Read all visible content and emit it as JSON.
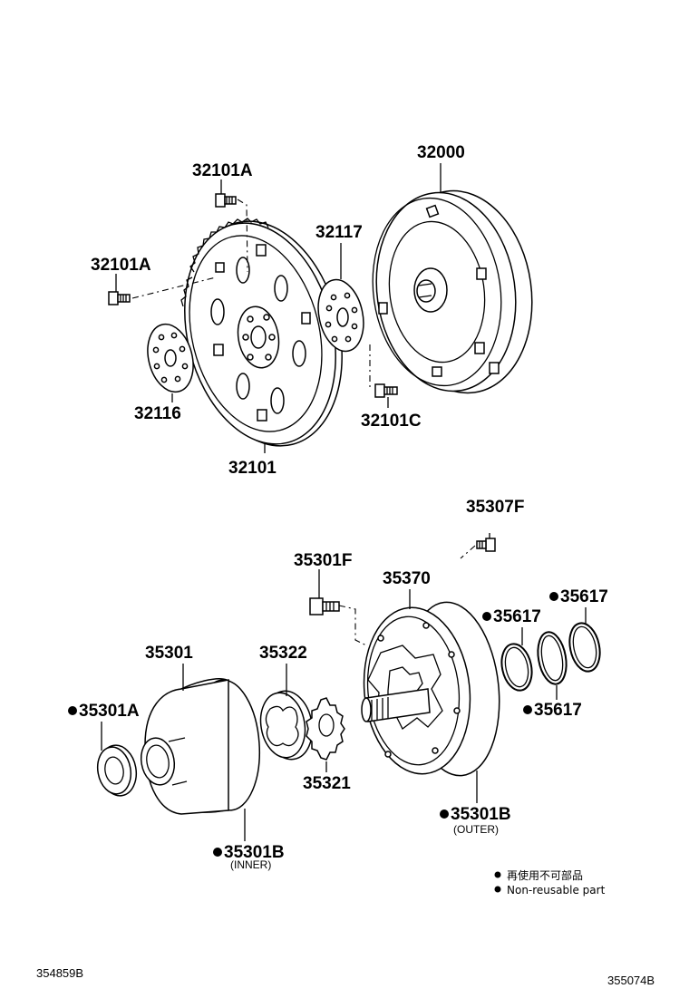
{
  "parts": {
    "p32000": "32000",
    "p32101A_top": "32101A",
    "p32101A_left": "32101A",
    "p32117": "32117",
    "p32116": "32116",
    "p32101C": "32101C",
    "p32101": "32101",
    "p35307F": "35307F",
    "p35301F": "35301F",
    "p35370": "35370",
    "p35617_a": "35617",
    "p35617_b": "35617",
    "p35617_c": "35617",
    "p35301": "35301",
    "p35322": "35322",
    "p35301A": "35301A",
    "p35321": "35321",
    "p35301B_outer": "35301B",
    "p35301B_inner": "35301B"
  },
  "notes": {
    "outer": "(OUTER)",
    "inner": "(INNER)"
  },
  "legend": {
    "japanese": "再使用不可部品",
    "english": "Non-reusable part"
  },
  "codes": {
    "left": "354859B",
    "right": "355074B"
  }
}
